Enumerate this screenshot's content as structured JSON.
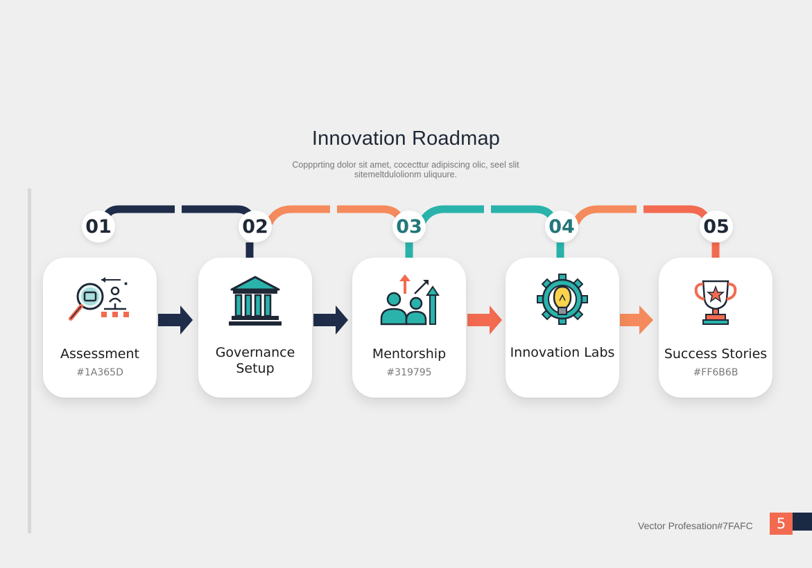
{
  "header": {
    "title": "Innovation Roadmap",
    "subtitle": "Coppprting dolor sit amet, cocecttur adipiscing olic, seel slit sitemeltdulolionm uliquure."
  },
  "steps": [
    {
      "number": "01",
      "label": "Assessment",
      "code": "#1A365D",
      "icon": "magnifier-org-chart-icon"
    },
    {
      "number": "02",
      "label": "Governance Setup",
      "code": "",
      "icon": "bank-building-icon"
    },
    {
      "number": "03",
      "label": "Mentorship",
      "code": "#319795",
      "icon": "people-growth-arrows-icon"
    },
    {
      "number": "04",
      "label": "Innovation Labs",
      "code": "",
      "icon": "lightbulb-gear-icon"
    },
    {
      "number": "05",
      "label": "Success Stories",
      "code": "#FF6B6B",
      "icon": "trophy-icon"
    }
  ],
  "colors": {
    "navy": "#1f2d4a",
    "orange": "#f58a5c",
    "teal": "#2ab3ab",
    "coral": "#f26b50",
    "dark_navy": "#1a2a45"
  },
  "footer": {
    "text": "Vector Profesation#7FAFC",
    "page": "5"
  }
}
